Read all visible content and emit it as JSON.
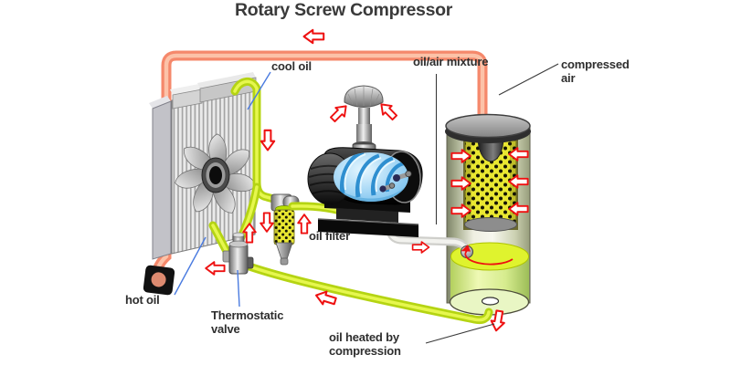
{
  "title": "Rotary Screw Compressor",
  "labels": {
    "cool_oil": "cool oil",
    "oil_air_mixture": "oil/air mixture",
    "compressed_air": [
      "compressed",
      "air"
    ],
    "oil_filter": "oil filter",
    "hot_oil": "hot oil",
    "thermostatic_valve": [
      "Thermostatic",
      "valve"
    ],
    "oil_heated": [
      "oil heated by",
      "compression"
    ]
  },
  "colors": {
    "background": "#FFFFFF",
    "title_text": "#3A3A3A",
    "label_text": "#2E2E2E",
    "hot_pipe": "#F5886B",
    "oil_pipe": "#C3DE1C",
    "flow_arrow": "#EE1111",
    "screw_rotor": "#7CCCF2",
    "filter_element": "#E9E731",
    "oil_pool": "#DFF32E",
    "pointer_line_blue": "#4A7BE0",
    "pointer_line_dark": "#3A3A3A"
  }
}
